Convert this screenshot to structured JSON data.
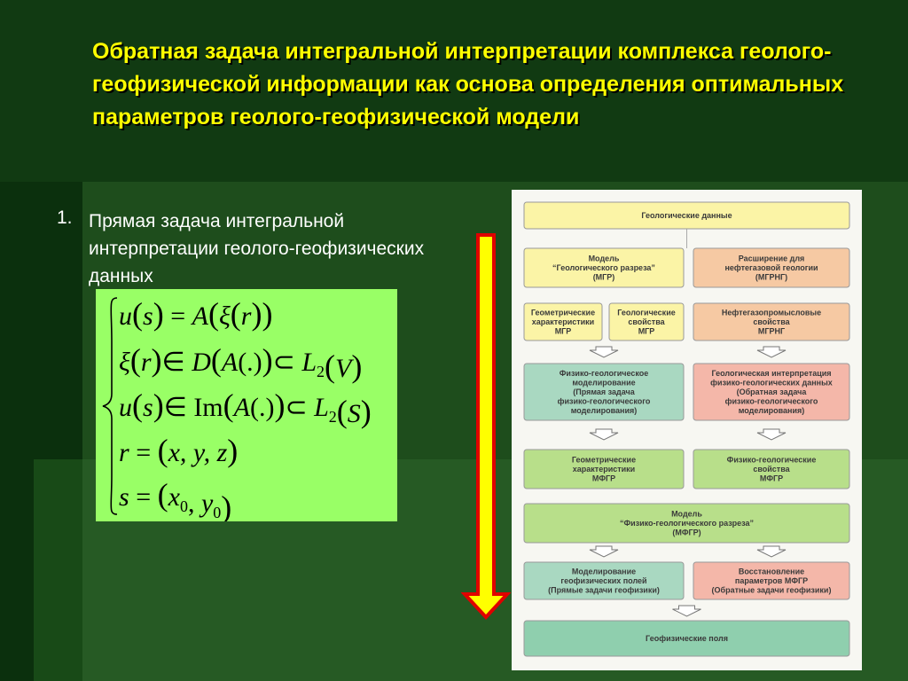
{
  "slide": {
    "title": "Обратная задача интегральной интерпретации комплекса геолого-геофизической информации как основа определения оптимальных параметров геолого-геофизической модели",
    "list_number": "1.",
    "list_text": "Прямая задача интегральной интерпретации геолого-геофизических данных"
  },
  "formula": {
    "rows": [
      [
        {
          "t": "u",
          "i": true
        },
        {
          "t": "(",
          "b": true
        },
        {
          "t": "s",
          "i": true
        },
        {
          "t": ")",
          "b": true
        },
        {
          "t": " = "
        },
        {
          "t": "A",
          "i": true
        },
        {
          "t": "(",
          "b": true
        },
        {
          "t": "ξ",
          "i": true
        },
        {
          "t": "(",
          "b": true
        },
        {
          "t": "r",
          "i": true
        },
        {
          "t": ")",
          "b": true
        },
        {
          "t": ")",
          "b": true
        }
      ],
      [
        {
          "t": "ξ",
          "i": true
        },
        {
          "t": "(",
          "b": true
        },
        {
          "t": "r",
          "i": true
        },
        {
          "t": ")",
          "b": true
        },
        {
          "t": "∈ "
        },
        {
          "t": "D",
          "i": true
        },
        {
          "t": "(",
          "b": true
        },
        {
          "t": "A",
          "i": true
        },
        {
          "t": "(.)"
        },
        {
          "t": ")",
          "b": true
        },
        {
          "t": "⊂ "
        },
        {
          "t": "L",
          "i": true
        },
        {
          "t": "2",
          "s": true
        },
        {
          "t": "(",
          "b": true
        },
        {
          "t": "V",
          "i": true
        },
        {
          "t": ")",
          "b": true
        }
      ],
      [
        {
          "t": "u",
          "i": true
        },
        {
          "t": "(",
          "b": true
        },
        {
          "t": "s",
          "i": true
        },
        {
          "t": ")",
          "b": true
        },
        {
          "t": "∈ Im"
        },
        {
          "t": "(",
          "b": true
        },
        {
          "t": "A",
          "i": true
        },
        {
          "t": "(.)"
        },
        {
          "t": ")",
          "b": true
        },
        {
          "t": "⊂ "
        },
        {
          "t": "L",
          "i": true
        },
        {
          "t": "2",
          "s": true
        },
        {
          "t": "(",
          "b": true
        },
        {
          "t": "S",
          "i": true
        },
        {
          "t": ")",
          "b": true
        }
      ],
      [
        {
          "t": "r",
          "i": true
        },
        {
          "t": " = "
        },
        {
          "t": "(",
          "b": true
        },
        {
          "t": "x, y, z",
          "i": true
        },
        {
          "t": ")",
          "b": true
        }
      ],
      [
        {
          "t": "s",
          "i": true
        },
        {
          "t": " = "
        },
        {
          "t": "(",
          "b": true
        },
        {
          "t": "x",
          "i": true
        },
        {
          "t": "0",
          "s": true
        },
        {
          "t": ", "
        },
        {
          "t": "y",
          "i": true
        },
        {
          "t": "0",
          "s": true
        },
        {
          "t": ")",
          "b": true
        }
      ]
    ]
  },
  "diagram": {
    "colors": {
      "yellow": "#fbf4a6",
      "orange": "#f6c9a3",
      "teal": "#a9d8c1",
      "pink": "#f4b7a9",
      "green": "#b8df8a",
      "seafoam": "#8fcfae"
    },
    "boxes": [
      {
        "id": "geo-data",
        "color": "yellow",
        "lines": [
          "Геологические данные"
        ]
      },
      {
        "id": "model-mgr",
        "color": "yellow",
        "lines": [
          "Модель",
          "“Геологического разреза”",
          "(МГР)"
        ]
      },
      {
        "id": "ext-mgrng",
        "color": "orange",
        "lines": [
          "Расширение для",
          "нефтегазовой геологии",
          "(МГРНГ)"
        ]
      },
      {
        "id": "geom-mgr",
        "color": "yellow",
        "lines": [
          "Геометрические",
          "характеристики",
          "МГР"
        ]
      },
      {
        "id": "prop-mgr",
        "color": "yellow",
        "lines": [
          "Геологические",
          "свойства",
          "МГР"
        ]
      },
      {
        "id": "oil-mgrng",
        "color": "orange",
        "lines": [
          "Нефтегазопромысловые",
          "свойства",
          "МГРНГ"
        ]
      },
      {
        "id": "phys-model",
        "color": "teal",
        "lines": [
          "Физико-геологическое",
          "моделирование",
          "(Прямая задача",
          "физико-геологического",
          "моделирования)"
        ]
      },
      {
        "id": "geo-interp",
        "color": "pink",
        "lines": [
          "Геологическая интерпретация",
          "физико-геологических данных",
          "(Обратная задача",
          "физико-геологического",
          "моделирования)"
        ]
      },
      {
        "id": "geom-mfgr",
        "color": "green",
        "lines": [
          "Геометрические",
          "характеристики",
          "МФГР"
        ]
      },
      {
        "id": "prop-mfgr",
        "color": "green",
        "lines": [
          "Физико-геологические",
          "свойства",
          "МФГР"
        ]
      },
      {
        "id": "model-mfgr",
        "color": "green",
        "lines": [
          "Модель",
          "“Физико-геологического разреза”",
          "(МФГР)"
        ]
      },
      {
        "id": "field-model",
        "color": "teal",
        "lines": [
          "Моделирование",
          "геофизических полей",
          "(Прямые задачи геофизики)"
        ]
      },
      {
        "id": "restore-mfgr",
        "color": "pink",
        "lines": [
          "Восстановление",
          "параметров МФГР",
          "(Обратные задачи геофизики)"
        ]
      },
      {
        "id": "geo-fields",
        "color": "seafoam",
        "lines": [
          "Геофизические поля"
        ]
      }
    ]
  }
}
